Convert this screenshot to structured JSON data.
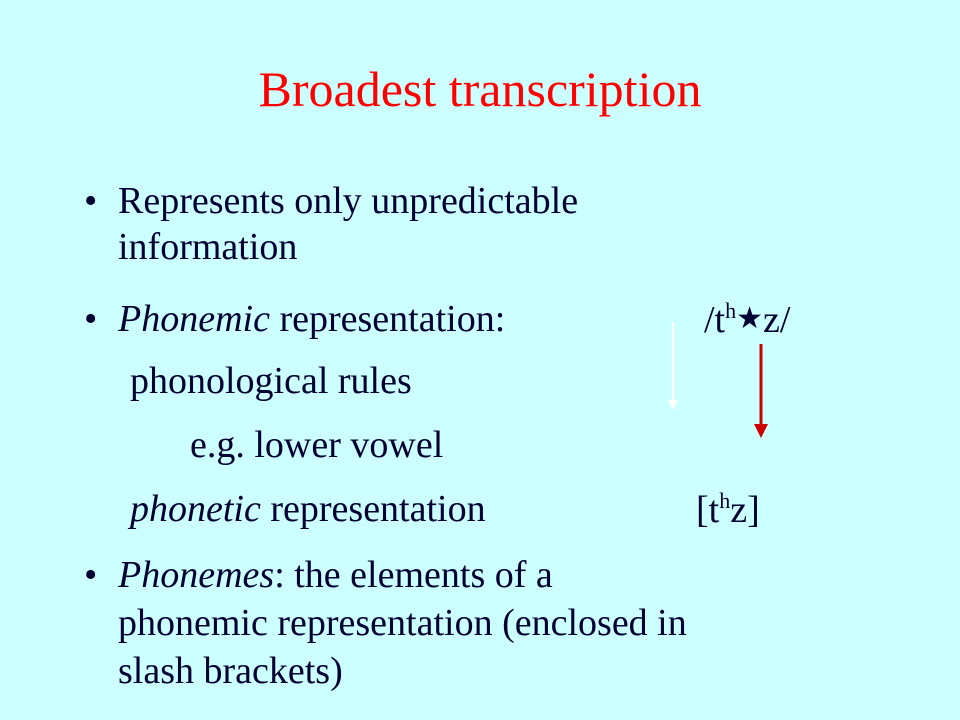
{
  "title": "Broadest transcription",
  "bullets": {
    "b1_line1": "Represents only unpredictable",
    "b1_line2": "information",
    "b2_italic": "Phonemic",
    "b2_rest": " representation:",
    "phonemic_open": "/t",
    "phonemic_aspiration": "h",
    "phonemic_vowel": "★",
    "phonemic_close": "z/",
    "rules_label": "phonological rules",
    "example_label": "e.g. lower vowel",
    "lowered_vowel": "",
    "phonetic_italic": "phonetic",
    "phonetic_rest": " representation",
    "phonetic_open": "[t",
    "phonetic_aspiration": "h",
    "phonetic_vowel": "",
    "phonetic_close": "z]",
    "b3_italic": "Phonemes",
    "b3_line1_rest": ":  the elements of a",
    "b3_line2": "phonemic representation (enclosed in",
    "b3_line3": "slash brackets)"
  },
  "colors": {
    "background": "#CCFFFF",
    "title": "#FF0000",
    "text": "#000033",
    "arrow_red": "#CC0000",
    "arrow_white": "#FFFFFF"
  }
}
